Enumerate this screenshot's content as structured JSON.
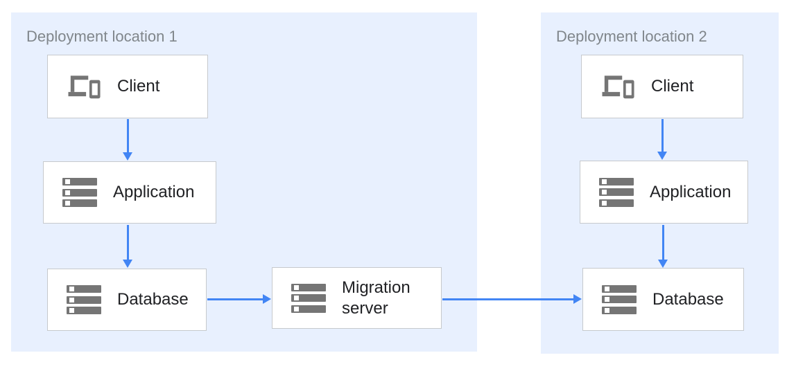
{
  "colors": {
    "region_fill": "#e8f0fe",
    "box_border": "#c6c9cc",
    "icon_gray": "#757575",
    "label_gray": "#80868b",
    "text_dark": "#202124",
    "arrow_blue": "#4285f4"
  },
  "diagram": {
    "regions": [
      {
        "id": "deployment-location-1",
        "label": "Deployment location 1"
      },
      {
        "id": "deployment-location-2",
        "label": "Deployment location 2"
      }
    ],
    "nodes": [
      {
        "id": "client-1",
        "label": "Client",
        "icon": "devices-icon",
        "region": "deployment-location-1"
      },
      {
        "id": "application-1",
        "label": "Application",
        "icon": "server-icon",
        "region": "deployment-location-1"
      },
      {
        "id": "database-1",
        "label": "Database",
        "icon": "server-icon",
        "region": "deployment-location-1"
      },
      {
        "id": "migration-server",
        "label": "Migration server",
        "icon": "server-icon",
        "region": "none"
      },
      {
        "id": "client-2",
        "label": "Client",
        "icon": "devices-icon",
        "region": "deployment-location-2"
      },
      {
        "id": "application-2",
        "label": "Application",
        "icon": "server-icon",
        "region": "deployment-location-2"
      },
      {
        "id": "database-2",
        "label": "Database",
        "icon": "server-icon",
        "region": "deployment-location-2"
      }
    ],
    "edges": [
      {
        "from": "client-1",
        "to": "application-1"
      },
      {
        "from": "application-1",
        "to": "database-1"
      },
      {
        "from": "database-1",
        "to": "migration-server"
      },
      {
        "from": "migration-server",
        "to": "database-2"
      },
      {
        "from": "client-2",
        "to": "application-2"
      },
      {
        "from": "application-2",
        "to": "database-2"
      }
    ]
  }
}
